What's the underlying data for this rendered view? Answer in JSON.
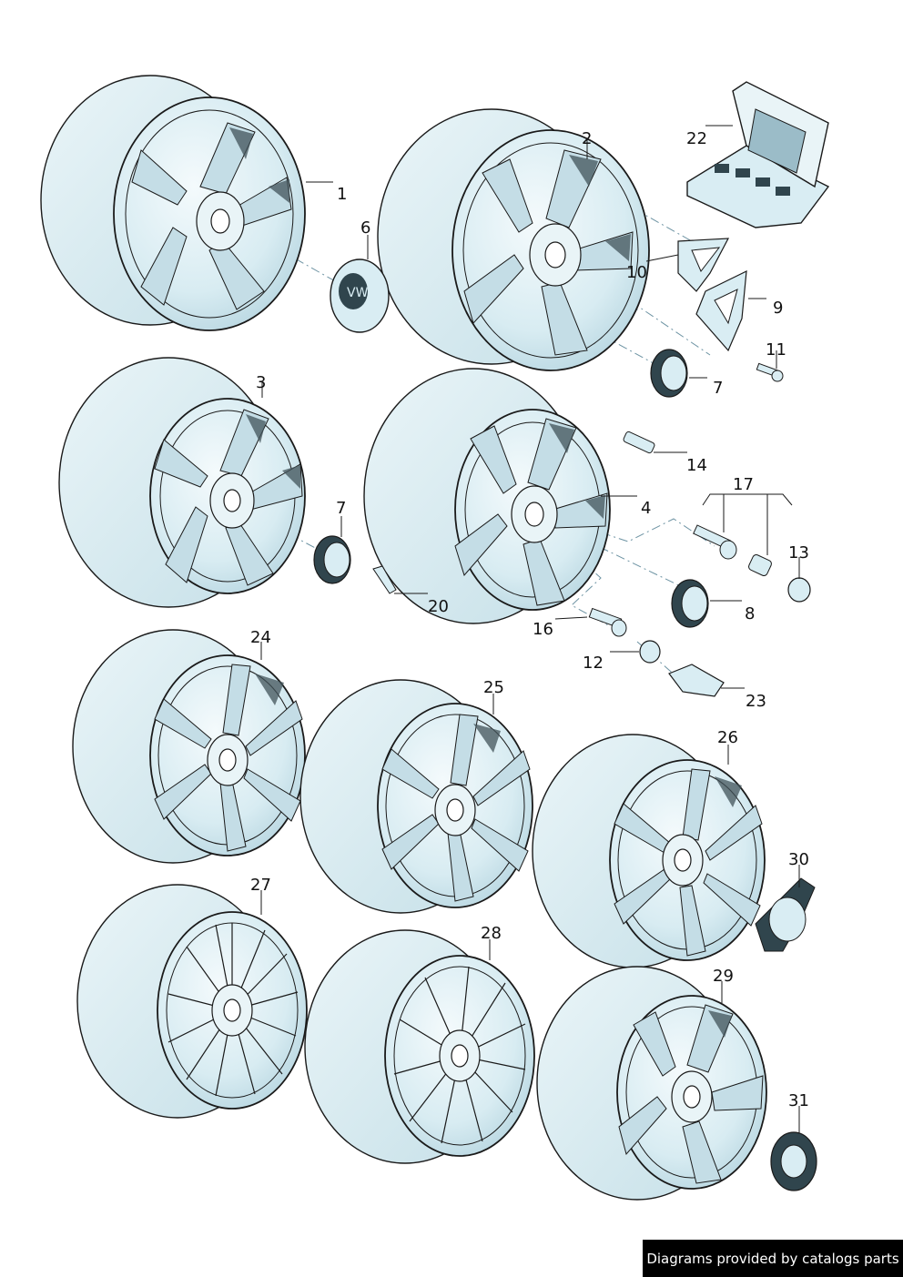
{
  "callouts": [
    "1",
    "2",
    "3",
    "4",
    "6",
    "7",
    "7",
    "8",
    "9",
    "10",
    "11",
    "12",
    "13",
    "14",
    "16",
    "17",
    "20",
    "22",
    "23",
    "24",
    "25",
    "26",
    "27",
    "28",
    "29",
    "30",
    "31"
  ],
  "footer": {
    "text": "Diagrams provided by catalogs parts"
  },
  "colors": {
    "part_fill": "#d9edf3",
    "part_fill_light": "#eef7fa",
    "part_dark": "#30454d",
    "line": "#1a1a1a",
    "dash": "#6d93a3"
  }
}
